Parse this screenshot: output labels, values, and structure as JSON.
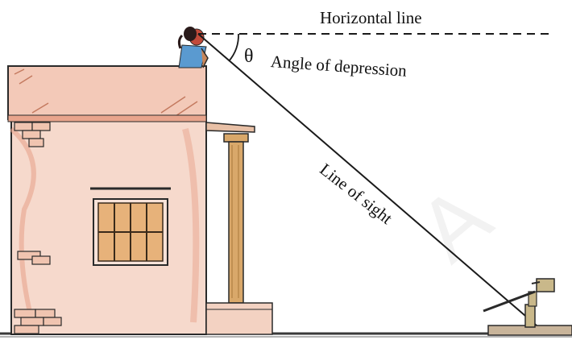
{
  "labels": {
    "horizontal_line": "Horizontal line",
    "theta": "θ",
    "angle_of_depression": "Angle of depression",
    "line_of_sight": "Line of sight"
  },
  "colors": {
    "wall": "#f6d9cc",
    "wall_shade": "#e8a48c",
    "roof": "#f3c9b8",
    "ink": "#1a1a1a",
    "wood": "#d9a86a",
    "ground": "#3a3a3a"
  }
}
